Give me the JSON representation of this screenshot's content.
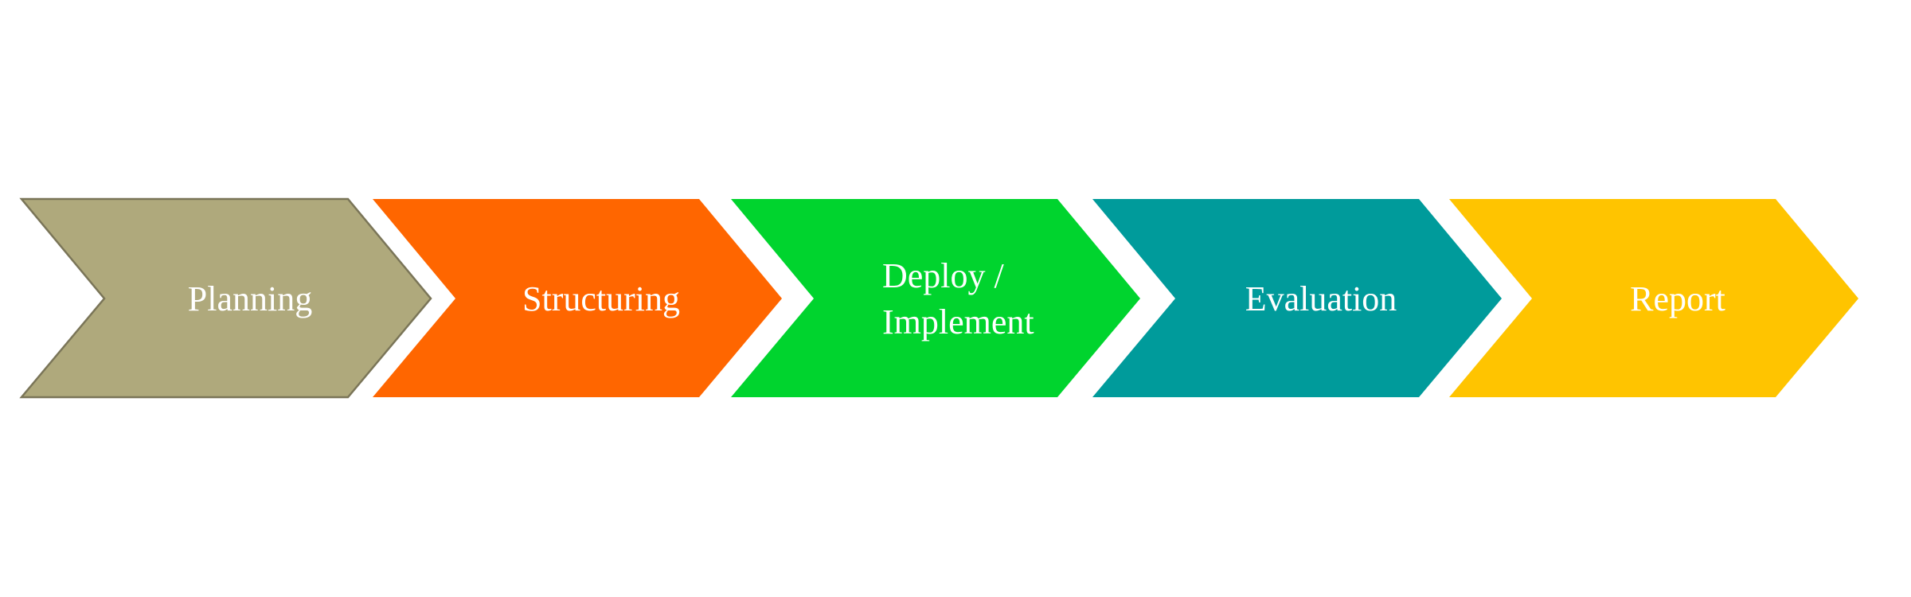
{
  "diagram": {
    "type": "chevron-process",
    "steps": [
      {
        "label_lines": [
          "Planning"
        ],
        "color": "#afa97c",
        "stroke": "#7a7558"
      },
      {
        "label_lines": [
          "Structuring"
        ],
        "color": "#ff6600",
        "stroke": "none"
      },
      {
        "label_lines": [
          "Deploy /",
          "Implement"
        ],
        "color": "#00d42e",
        "stroke": "none"
      },
      {
        "label_lines": [
          "Evaluation"
        ],
        "color": "#009b9b",
        "stroke": "none"
      },
      {
        "label_lines": [
          "Report"
        ],
        "color": "#ffc400",
        "stroke": "none"
      }
    ]
  }
}
